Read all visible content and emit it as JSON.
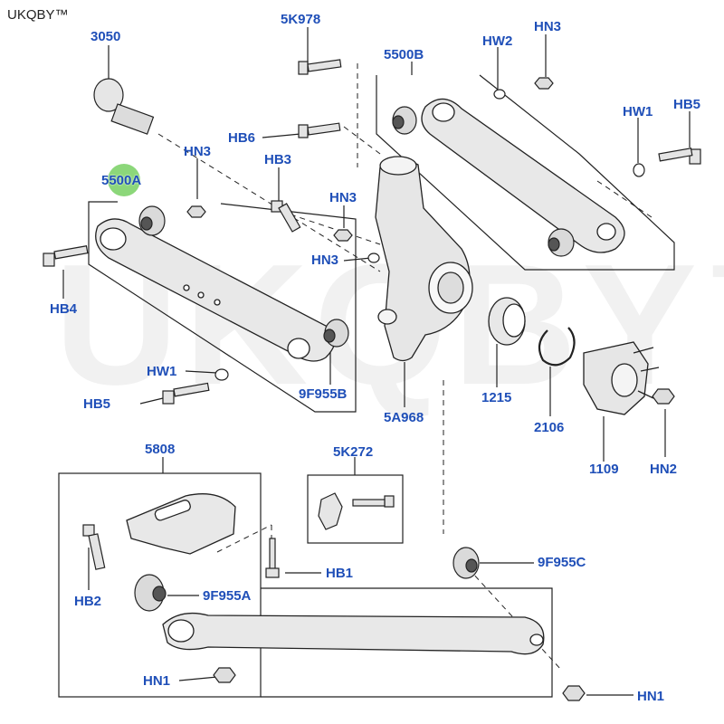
{
  "watermark": {
    "brand": "UKQBY™",
    "big": "UKQBY™"
  },
  "colors": {
    "label": "#1f4fb8",
    "line": "#222222",
    "highlight": "#7fd36b"
  },
  "labels": {
    "p3050": "3050",
    "p5K978": "5K978",
    "pHW2": "HW2",
    "pHN3_top": "HN3",
    "p5500B": "5500B",
    "pHW1_right": "HW1",
    "pHB5_right": "HB5",
    "pHB6": "HB6",
    "pHN3_left": "HN3",
    "pHB3": "HB3",
    "pHN3_mid": "HN3",
    "pHN3_mid2": "HN3",
    "p5500A": "5500A",
    "pHB4": "HB4",
    "pHW1_left": "HW1",
    "pHB5_left": "HB5",
    "p9F955B": "9F955B",
    "p5A968": "5A968",
    "p1215": "1215",
    "p2106": "2106",
    "p1109": "1109",
    "pHN2": "HN2",
    "p5808": "5808",
    "p5K272": "5K272",
    "pHB1": "HB1",
    "pHB2": "HB2",
    "p9F955A": "9F955A",
    "p9F955C": "9F955C",
    "pHN1_left": "HN1",
    "pHN1_right": "HN1"
  }
}
